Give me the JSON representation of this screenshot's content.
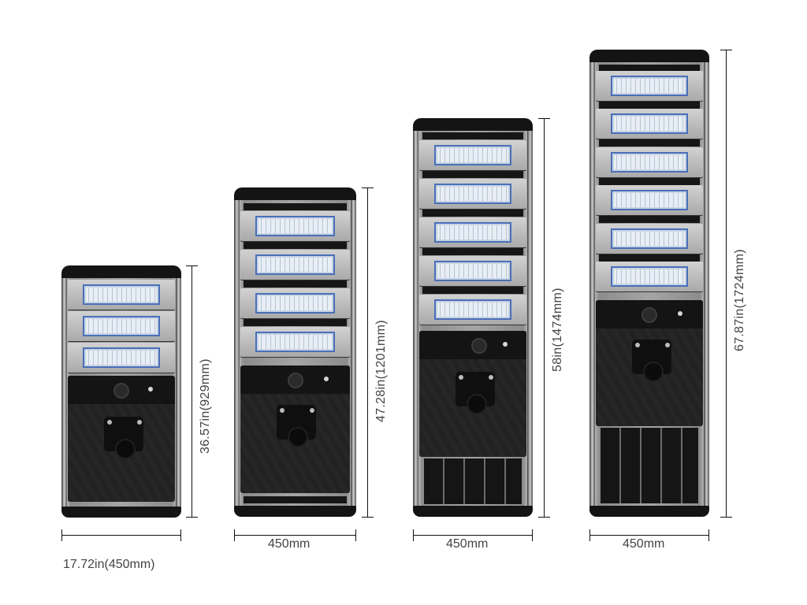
{
  "lamps": [
    {
      "name": "3-module",
      "height_label": "36.57in(929mm)",
      "width_label": "17.72in(450mm)"
    },
    {
      "name": "4-module",
      "height_label": "47.28in(1201mm)",
      "width_label": "450mm"
    },
    {
      "name": "5-module",
      "height_label": "58in(1474mm)",
      "width_label": "450mm"
    },
    {
      "name": "6-module",
      "height_label": "67.87in(1724mm)",
      "width_label": "450mm"
    }
  ]
}
